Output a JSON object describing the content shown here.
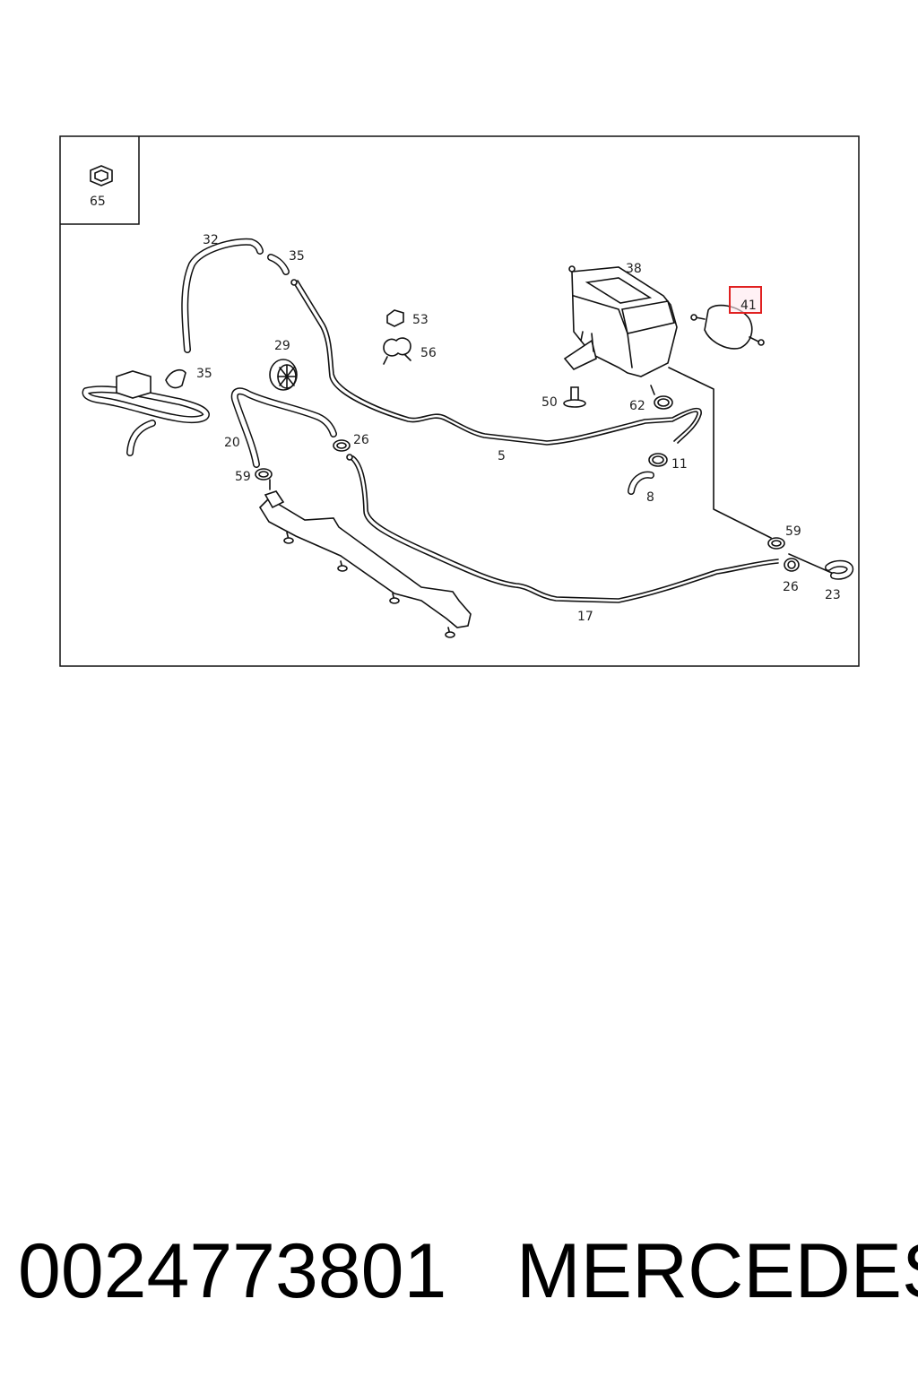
{
  "diagram": {
    "labels": {
      "p65": "65",
      "p32": "32",
      "p35a": "35",
      "p35b": "35",
      "p29": "29",
      "p53": "53",
      "p56": "56",
      "p38": "38",
      "p41": "41",
      "p50": "50",
      "p62": "62",
      "p20": "20",
      "p26a": "26",
      "p5": "5",
      "p11": "11",
      "p8": "8",
      "p59a": "59",
      "p59b": "59",
      "p26b": "26",
      "p23": "23",
      "p17": "17"
    },
    "highlight_color": "#e02020"
  },
  "footer": {
    "part_number": "0024773801",
    "brand": "MERCEDES"
  }
}
